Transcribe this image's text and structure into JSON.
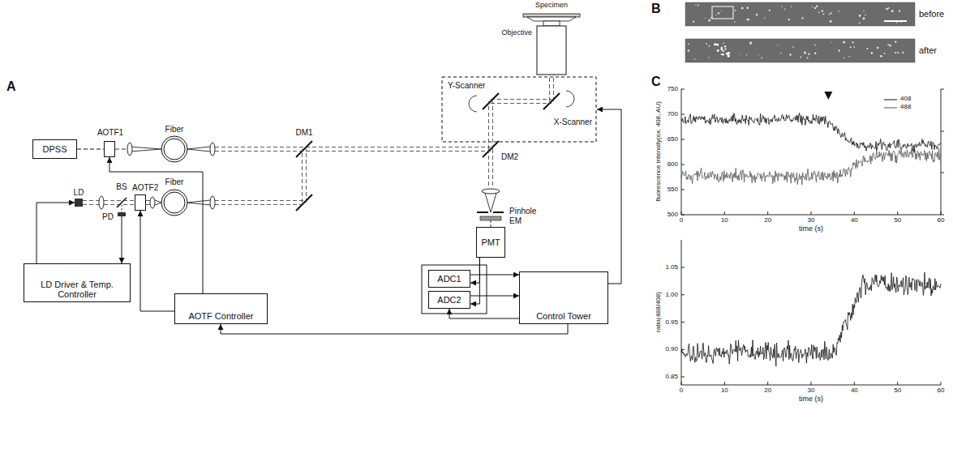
{
  "diagram": {
    "nodes": [
      {
        "text": [
          "DPSS"
        ]
      },
      {
        "text": [
          "AOTF1"
        ]
      },
      {
        "text": [
          "AOTF2"
        ]
      },
      {
        "text": [
          "LD Driver & Temp. Controller"
        ]
      },
      {
        "text": [
          "AOTF Controller"
        ]
      },
      {
        "text": [
          "Control Tower"
        ]
      },
      {
        "text": [
          "PMT"
        ]
      },
      {
        "text": [
          "ADC1"
        ]
      },
      {
        "text": [
          "ADC2"
        ]
      }
    ],
    "edges": [
      {
        "from": 0,
        "to": 1,
        "arrow": "none"
      },
      {
        "from": 4,
        "to": 2,
        "arrow": "to"
      },
      {
        "from": 4,
        "to": 1,
        "arrow": "to"
      },
      {
        "from": 5,
        "to": 4,
        "arrow": "to"
      },
      {
        "from": 6,
        "to": 7,
        "arrow": "to"
      },
      {
        "from": 6,
        "to": 8,
        "arrow": "to"
      },
      {
        "from": 7,
        "to": 5,
        "arrow": "to"
      },
      {
        "from": 8,
        "to": 5,
        "arrow": "to"
      },
      {
        "from": 5,
        "to": 8,
        "arrow": "to"
      }
    ],
    "labels": [
      "A",
      "Specimen",
      "Objective",
      "Y-Scanner",
      "X-Scanner",
      "DM1",
      "DM2",
      "Fiber",
      "Fiber",
      "LD",
      "BS",
      "PD",
      "Pinhole",
      "EM",
      "B",
      "before",
      "after",
      "C",
      "750",
      "700",
      "650",
      "600",
      "550",
      "500",
      "0",
      "10",
      "20",
      "30",
      "40",
      "50",
      "60",
      "time (s)",
      "fluorescence intensity(ex. 408, AU)",
      "1.05",
      "1.00",
      "0.95",
      "0.90",
      "0.85",
      "0",
      "10",
      "20",
      "30",
      "40",
      "50",
      "60",
      "time (s)",
      "ratio(488/408)"
    ],
    "legend": [
      {
        "text": "408"
      },
      {
        "text": "488"
      }
    ]
  }
}
